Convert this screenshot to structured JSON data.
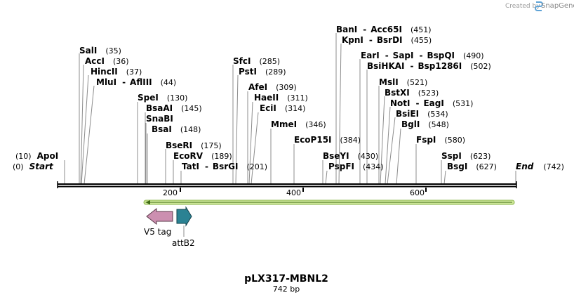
{
  "credit": {
    "prefix": "Created by",
    "brand": "SnapGene"
  },
  "map": {
    "title": "pLX317-MBNL2",
    "length_label": "742 bp",
    "start_label": "Start",
    "start_pos": "(0)",
    "end_label": "End",
    "end_pos": "(742)",
    "ruler": [
      "200",
      "400",
      "600"
    ]
  },
  "sites": [
    {
      "name": "ApoI",
      "pos": "(10)"
    },
    {
      "name": "SalI",
      "pos": "(35)"
    },
    {
      "name": "AccI",
      "pos": "(36)"
    },
    {
      "name": "HincII",
      "pos": "(37)"
    },
    {
      "name": "MluI",
      "sep": "-",
      "name2": "AflIII",
      "pos": "(44)"
    },
    {
      "name": "SpeI",
      "pos": "(130)"
    },
    {
      "name": "BsaAI",
      "pos": "(145)"
    },
    {
      "name": "SnaBI",
      "pos": ""
    },
    {
      "name": "BsaI",
      "pos": "(148)"
    },
    {
      "name": "BseRI",
      "pos": "(175)"
    },
    {
      "name": "EcoRV",
      "pos": "(189)"
    },
    {
      "name": "TatI",
      "sep": "-",
      "name2": "BsrGI",
      "pos": "(201)"
    },
    {
      "name": "SfcI",
      "pos": "(285)"
    },
    {
      "name": "PstI",
      "pos": "(289)"
    },
    {
      "name": "AfeI",
      "pos": "(309)"
    },
    {
      "name": "HaeII",
      "pos": "(311)"
    },
    {
      "name": "EciI",
      "pos": "(314)"
    },
    {
      "name": "MmeI",
      "pos": "(346)"
    },
    {
      "name": "EcoP15I",
      "pos": "(384)"
    },
    {
      "name": "BseYI",
      "pos": "(430)"
    },
    {
      "name": "PspFI",
      "pos": "(434)"
    },
    {
      "name": "BanI",
      "sep": "-",
      "name2": "Acc65I",
      "pos": "(451)"
    },
    {
      "name": "KpnI",
      "sep": "-",
      "name2": "BsrDI",
      "pos": "(455)"
    },
    {
      "name": "EarI",
      "sep": "-",
      "name2": "SapI",
      "sep2": "-",
      "name3": "BspQI",
      "pos": "(490)"
    },
    {
      "name": "BsiHKAI",
      "sep": "-",
      "name2": "Bsp1286I",
      "pos": "(502)"
    },
    {
      "name": "MslI",
      "pos": "(521)"
    },
    {
      "name": "BstXI",
      "pos": "(523)"
    },
    {
      "name": "NotI",
      "sep": "-",
      "name2": "EagI",
      "pos": "(531)"
    },
    {
      "name": "BsiEI",
      "pos": "(534)"
    },
    {
      "name": "BglI",
      "pos": "(548)"
    },
    {
      "name": "FspI",
      "pos": "(580)"
    },
    {
      "name": "SspI",
      "pos": "(623)"
    },
    {
      "name": "BsgI",
      "pos": "(627)"
    }
  ],
  "features": [
    {
      "name": "V5 tag",
      "color": "#cc8fb0"
    },
    {
      "name": "attB2",
      "color": "#2b8293"
    },
    {
      "name": "",
      "color": "#b8e07a"
    }
  ]
}
